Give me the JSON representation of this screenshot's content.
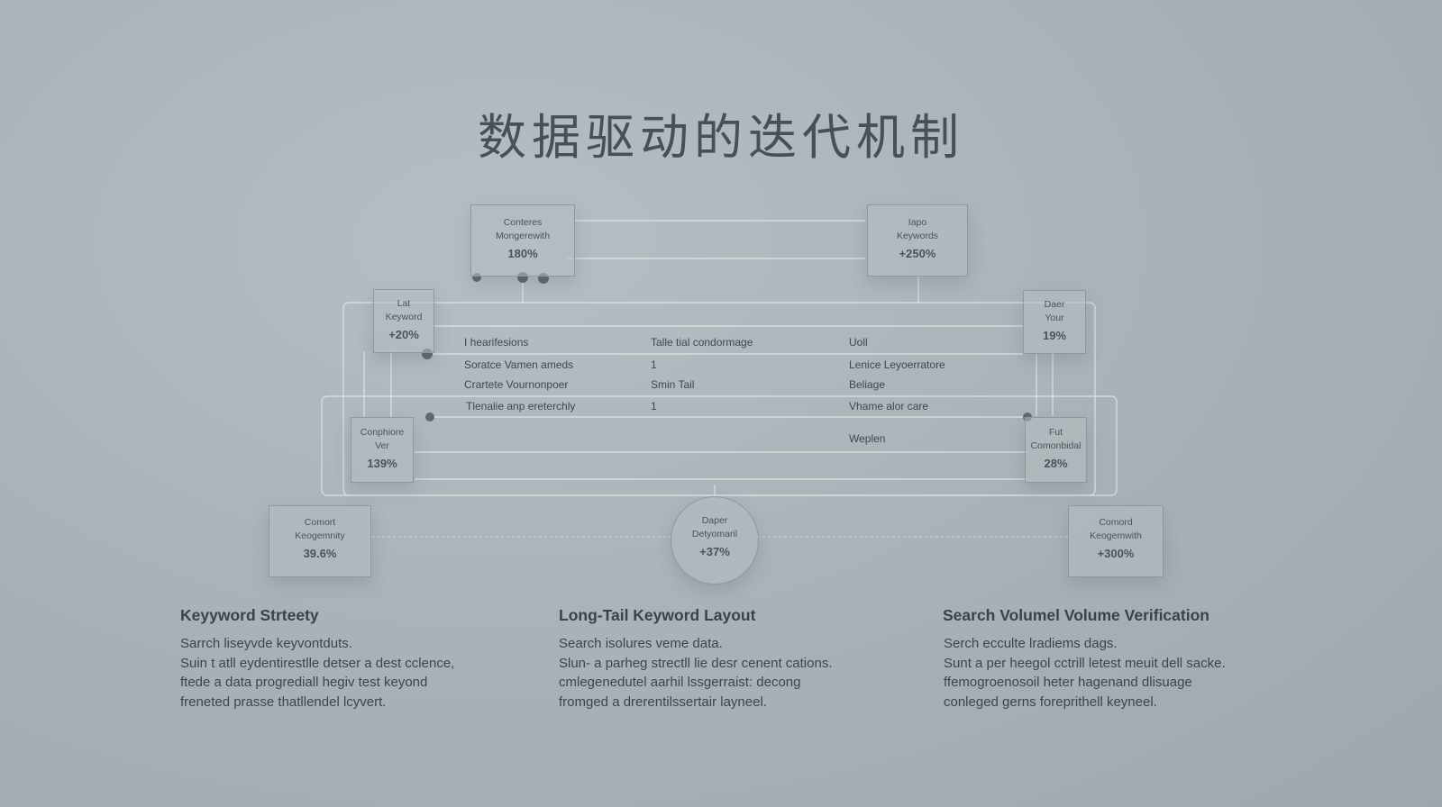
{
  "title": "数据驱动的迭代机制",
  "nodes": {
    "top_left": {
      "label1": "Conteres",
      "label2": "Mongerewith",
      "value": "180%"
    },
    "top_right": {
      "label1": "Iapo",
      "label2": "Keywords",
      "value": "+250%"
    },
    "mid_left": {
      "label1": "Lat",
      "label2": "Keyword",
      "value": "+20%"
    },
    "mid_right": {
      "label1": "Daer",
      "label2": "Your",
      "value": "19%"
    },
    "low_left": {
      "label1": "Conphiore",
      "label2": "Ver",
      "value": "139%"
    },
    "low_right": {
      "label1": "Fut",
      "label2": "Comonbidal",
      "value": "28%"
    },
    "bottom_left": {
      "label1": "Comort",
      "label2": "Keogemnity",
      "value": "39.6%"
    },
    "bottom_center": {
      "label1": "Daper",
      "label2": "Detyomaril",
      "value": "+37%"
    },
    "bottom_right": {
      "label1": "Comord",
      "label2": "Keogemwith",
      "value": "+300%"
    }
  },
  "table": {
    "rows": [
      [
        "I hearifesions",
        "Talle tial condormage",
        "Uoll"
      ],
      [
        "Soratce Vamen ameds",
        "1",
        "Lenice Leyoerratore"
      ],
      [
        "Crartete Vournonpoer",
        "Smin Tail",
        "Beliage"
      ],
      [
        "Tlenalie anp ereterchly",
        "1",
        "Vhame alor care"
      ],
      [
        "",
        "",
        "Weplen"
      ]
    ]
  },
  "sections": [
    {
      "title": "Keyyword Strteety",
      "lines": [
        "Sarrch liseyvde keyvontduts.",
        "Suin t atll eydentirestlle detser a dest cclence,",
        "ftede a data progrediall hegiv test keyond",
        "freneted prasse thatllendel lcyvert."
      ]
    },
    {
      "title": "Long-Tail Keyword Layout",
      "lines": [
        "Search isolures veme data.",
        "Slun- a parheg strectll lie desr cenent cations.",
        "cmlegenedutel aarhil lssgerraist: decong",
        "fromged a drerentilssertair layneel."
      ]
    },
    {
      "title": "Search Volumel Volume Verification",
      "lines": [
        "Serch ecculte lradiems dags.",
        "Sunt a per heegol cctrill letest meuit dell sacke.",
        "ffemogroenosoil heter hagenand dlisuage",
        "conleged gerns foreprithell keyneel."
      ]
    }
  ],
  "colors": {
    "background": "#a8b1b6",
    "line": "#e8ecee",
    "dot": "#5e6a72"
  }
}
